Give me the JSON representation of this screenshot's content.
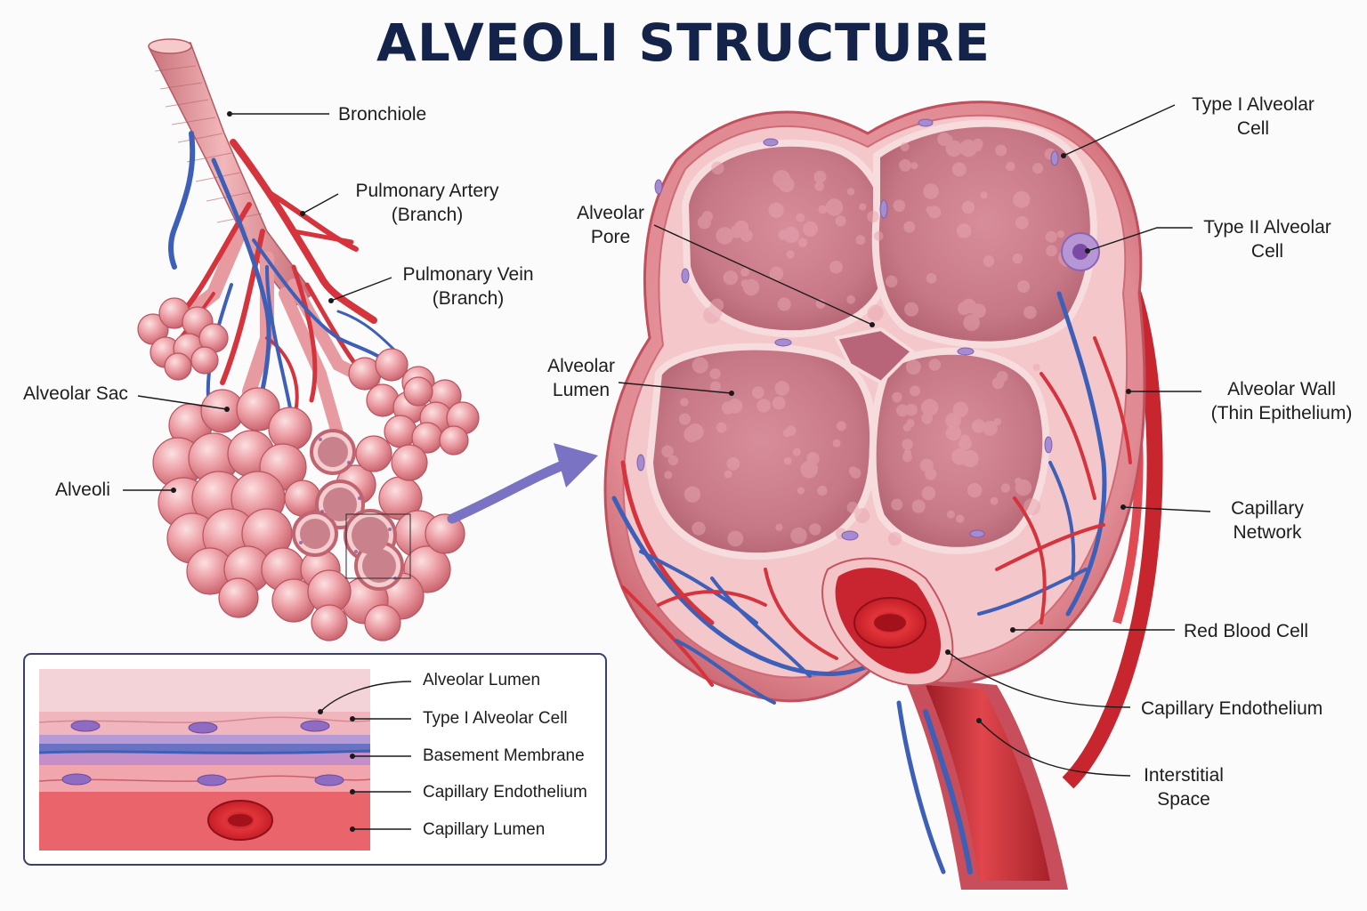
{
  "title": "ALVEOLI STRUCTURE",
  "colors": {
    "title": "#14234a",
    "tissue": "#e7909a",
    "tissue_light": "#f7d2d4",
    "artery": "#d6343c",
    "vein": "#3e5fb8",
    "arrow": "#7a72c2",
    "inset_border": "#3a3f6e"
  },
  "left_labels": {
    "bronchiole": "Bronchiole",
    "pulmonary_artery": [
      "Pulmonary Artery",
      "(Branch)"
    ],
    "pulmonary_vein": [
      "Pulmonary Vein",
      "(Branch)"
    ],
    "alveolar_sac": "Alveolar Sac",
    "alveoli": "Alveoli"
  },
  "right_labels": {
    "alveolar_pore": [
      "Alveolar",
      "Pore"
    ],
    "alveolar_lumen": [
      "Alveolar",
      "Lumen"
    ],
    "type1_cell": [
      "Type I Alveolar",
      "Cell"
    ],
    "type2_cell": [
      "Type II Alveolar",
      "Cell"
    ],
    "alveolar_wall": [
      "Alveolar Wall",
      "(Thin Epithelium)"
    ],
    "capillary_network": [
      "Capillary",
      "Network"
    ],
    "red_blood_cell": "Red Blood Cell",
    "capillary_endothelium": "Capillary Endothelium",
    "interstitial_space": [
      "Interstitial",
      "Space"
    ]
  },
  "inset_labels": [
    "Alveolar Lumen",
    "Type I Alveolar Cell",
    "Basement Membrane",
    "Capillary Endothelium",
    "Capillary Lumen"
  ]
}
